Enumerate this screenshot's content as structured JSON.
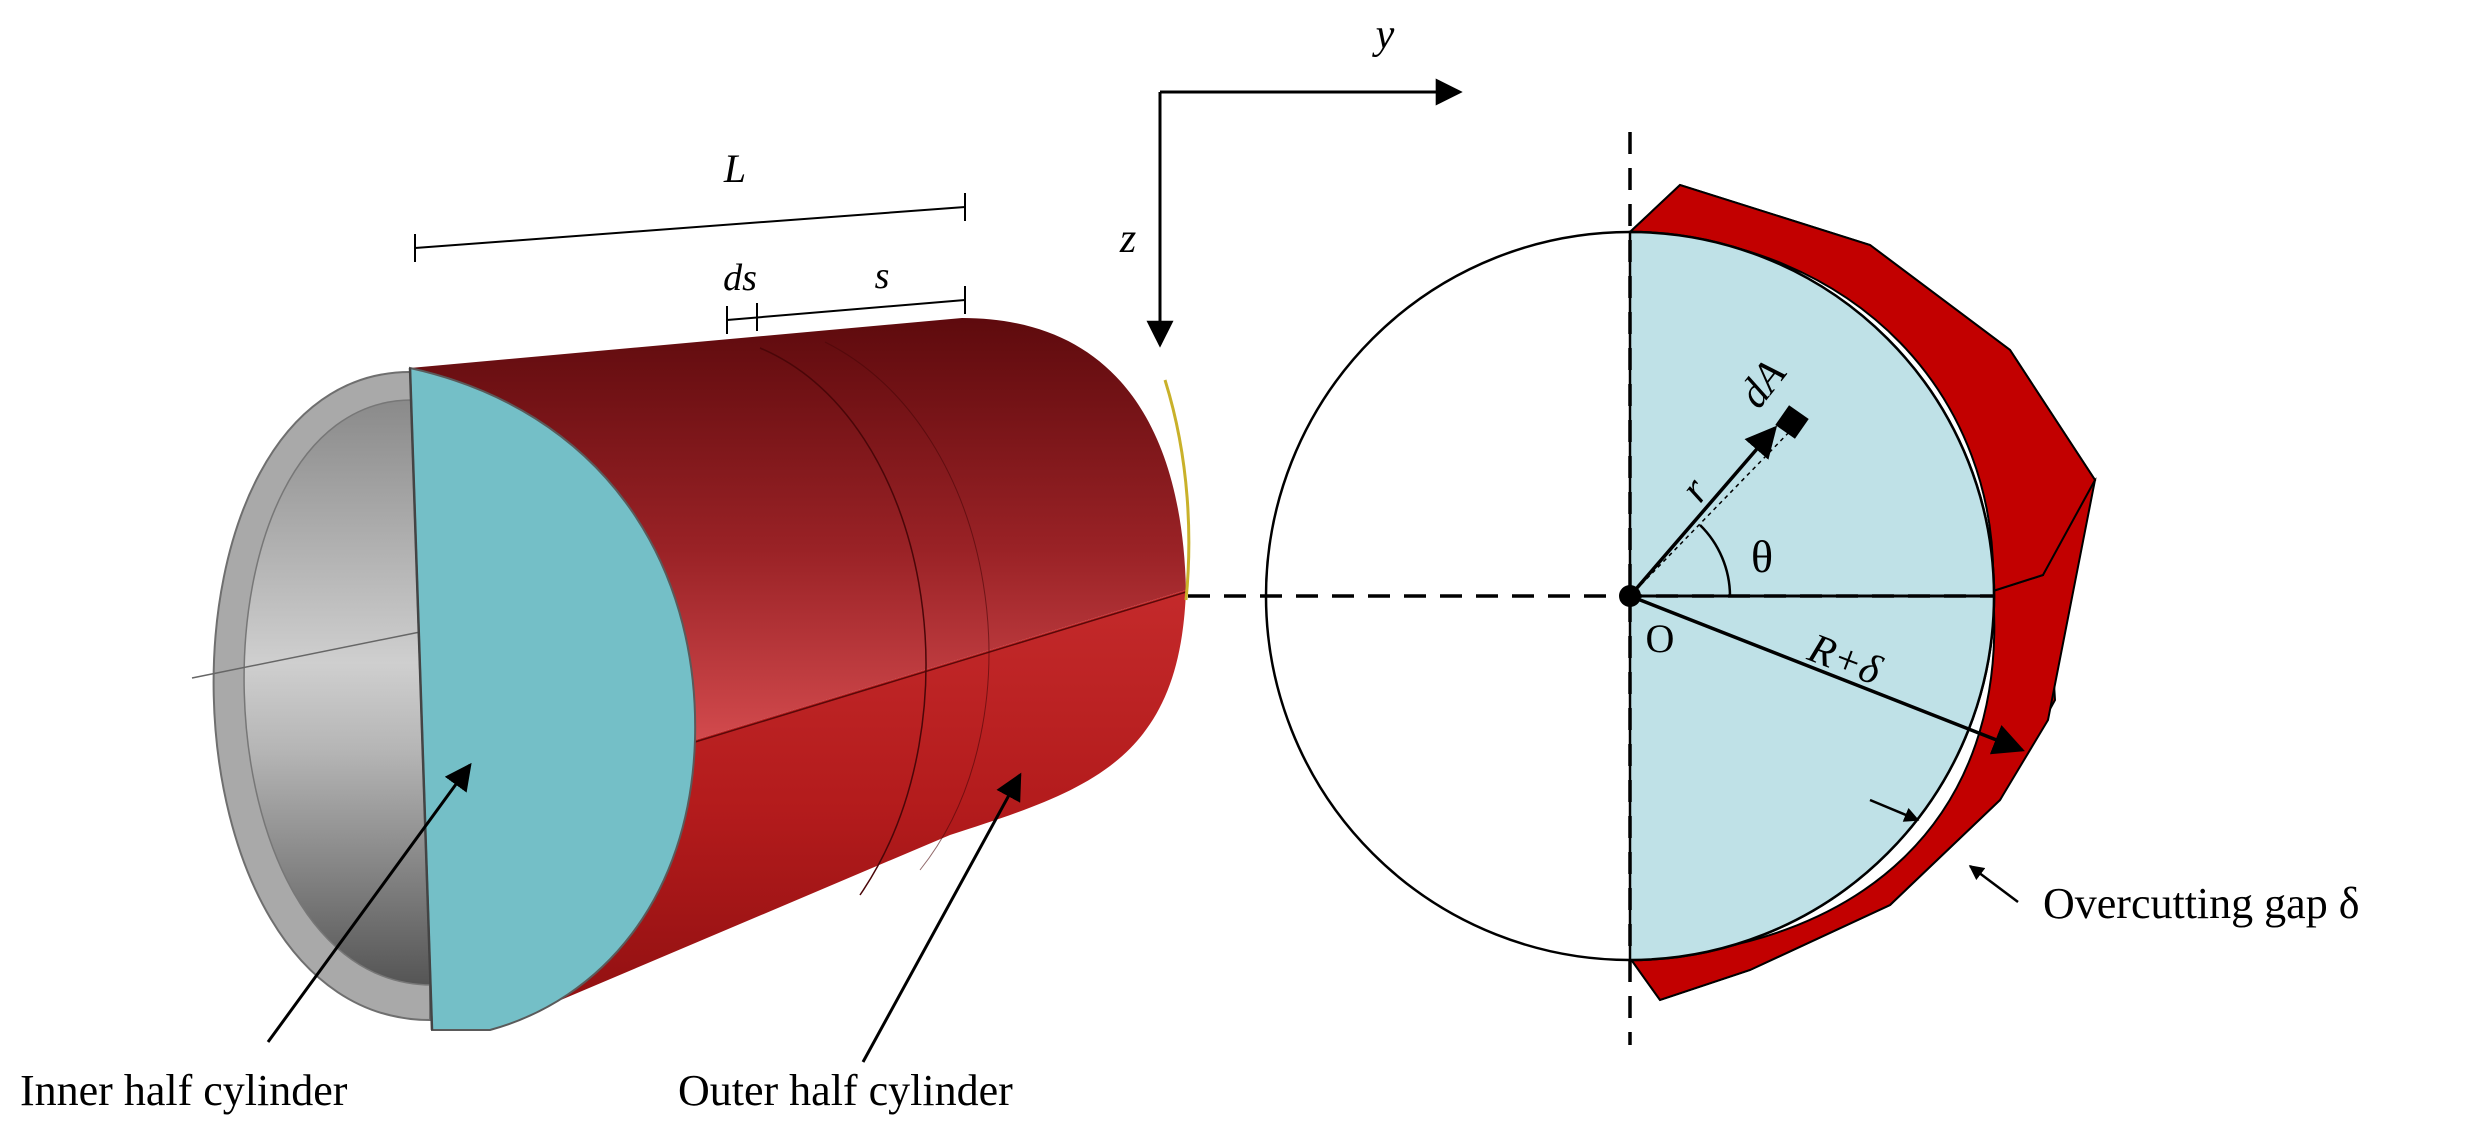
{
  "labels": {
    "L": "L",
    "ds": "ds",
    "s": "s",
    "y": "y",
    "z": "z",
    "r": "r",
    "dA": "dA",
    "theta": "θ",
    "origin": "O",
    "radius": "R+δ",
    "gap": "Overcutting gap δ",
    "inner": "Inner half cylinder",
    "outer": "Outer half cylinder"
  },
  "colors": {
    "outer_red_dark": "#6b0f12",
    "outer_red_mid": "#c8393c",
    "outer_red_bottom": "#a81616",
    "inner_cyan": "#74bfc7",
    "section_cyan": "#bfe1e7",
    "gap_red": "#c20000",
    "gray_shell": "#9d9d9d"
  }
}
